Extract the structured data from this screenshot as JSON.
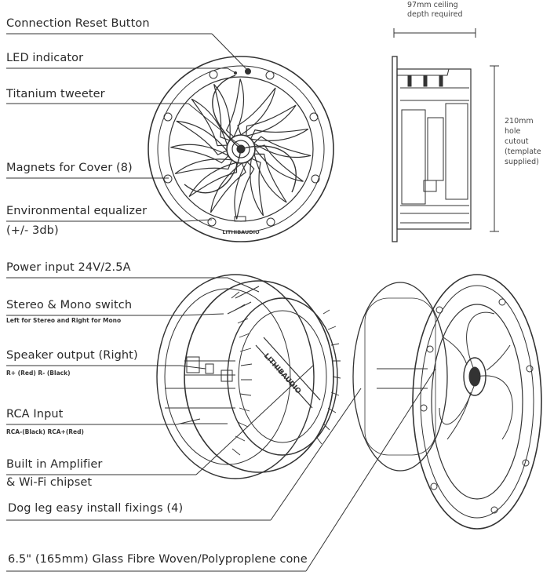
{
  "labels": {
    "reset_button": "Connection Reset Button",
    "led": "LED indicator",
    "tweeter": "Titanium tweeter",
    "magnets": "Magnets for Cover (8)",
    "equalizer_line1": "Environmental equalizer",
    "equalizer_line2": "(+/- 3db)",
    "power": "Power input 24V/2.5A",
    "stereo_switch": "Stereo & Mono switch",
    "stereo_switch_sub": "Left for Stereo and Right for Mono",
    "speaker_output": "Speaker output (Right)",
    "speaker_output_sub": "R+ (Red)   R- (Black)",
    "rca_input": "RCA Input",
    "rca_input_sub": "RCA-(Black)  RCA+(Red)",
    "amplifier_line1": "Built in Amplifier",
    "amplifier_line2": "& Wi-Fi chipset",
    "dog_leg": "Dog leg easy install fixings (4)",
    "cone": "6.5\" (165mm) Glass Fibre Woven/Polyproplene cone"
  },
  "dimensions": {
    "depth_line1": "97mm ceiling",
    "depth_line2": "depth required",
    "hole_line1": "210mm",
    "hole_line2": "hole",
    "hole_line3": "cutout",
    "hole_line4": "(template",
    "hole_line5": "supplied)"
  },
  "brand": {
    "front_logo": "LITHIBAUDIO",
    "grille_logo": "LITHIBAUDIO"
  },
  "colors": {
    "line": "#333333",
    "text": "#2a2a2a"
  }
}
